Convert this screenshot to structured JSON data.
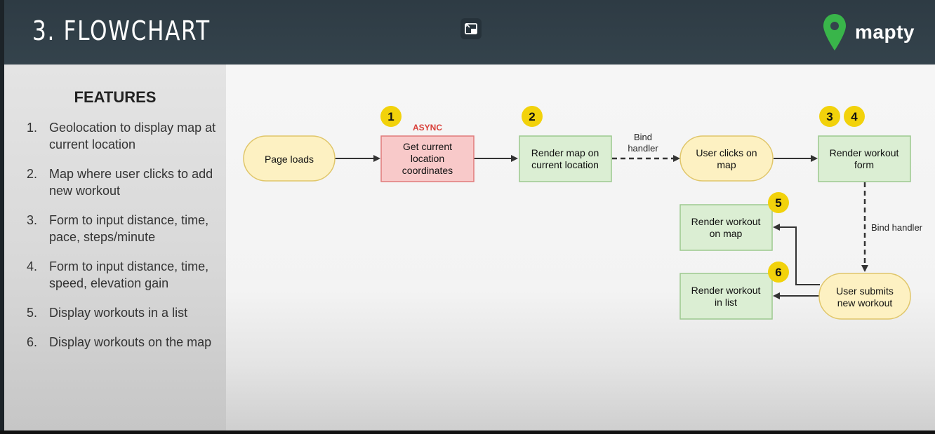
{
  "header": {
    "title": "3. FLOWCHART",
    "logo_text": "mapty",
    "brand_color": "#39b54a"
  },
  "sidebar": {
    "heading": "FEATURES",
    "items": [
      {
        "num": "1.",
        "text": "Geolocation to display map at current location"
      },
      {
        "num": "2.",
        "text": "Map where user clicks to add new workout"
      },
      {
        "num": "3.",
        "text": "Form to input distance, time, pace, steps/minute"
      },
      {
        "num": "4.",
        "text": "Form to input distance, time, speed, elevation gain"
      },
      {
        "num": "5.",
        "text": "Display workouts in a list"
      },
      {
        "num": "6.",
        "text": "Display workouts on the map"
      }
    ]
  },
  "flowchart": {
    "nodes": {
      "page_loads": [
        "Page loads"
      ],
      "get_location": [
        "Get current",
        "location",
        "coordinates"
      ],
      "render_map": [
        "Render map on",
        "current location"
      ],
      "user_clicks": [
        "User clicks on",
        "map"
      ],
      "render_form": [
        "Render workout",
        "form"
      ],
      "render_on_map": [
        "Render workout",
        "on map"
      ],
      "render_in_list": [
        "Render workout",
        "in list"
      ],
      "user_submits": [
        "User submits",
        "new workout"
      ]
    },
    "labels": {
      "async": "ASYNC",
      "bind_handler_top": [
        "Bind",
        "handler"
      ],
      "bind_handler_right": "Bind handler"
    },
    "badges": [
      "1",
      "2",
      "3",
      "4",
      "5",
      "6"
    ],
    "colors": {
      "event_fill": "#fdf1c2",
      "event_stroke": "#e0c66a",
      "action_fill": "#dbeed3",
      "action_stroke": "#9cc98e",
      "async_fill": "#f8c9c9",
      "async_stroke": "#e07b7b",
      "badge_fill": "#f2d20b",
      "async_text": "#d9403a"
    }
  }
}
